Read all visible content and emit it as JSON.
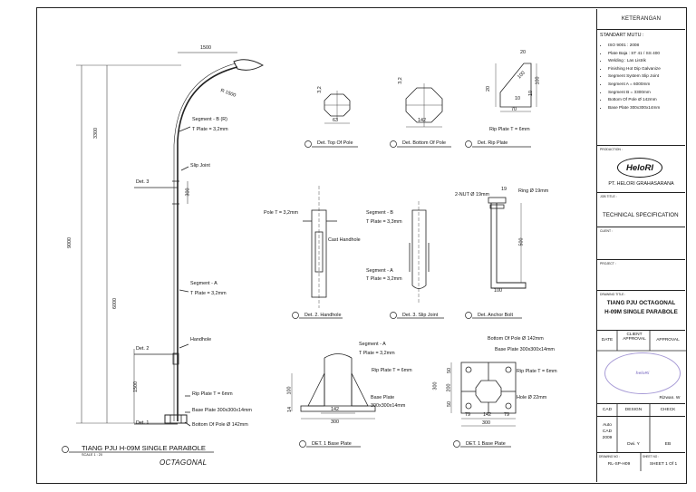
{
  "title_block": {
    "header": "KETERANGAN",
    "standard_label": "STANDART MUTU :",
    "standards": [
      "ISO 9001 : 2008",
      "Plate Baja  :  ST 41 / SS 400",
      "Welding  :  Las Listrik",
      "Finishing Hot Dip Galvanize",
      "Segment System Slip Joint",
      "Segment A = 6000mm",
      "Segment B = 3300mm",
      "Bottom Of Pole Ø 142mm",
      "Base Plate 300x300x14mm"
    ],
    "production_label": "PRODUCTION :",
    "logo_text": "HeloRI",
    "company": "PT. HELORI GRAHASARANA",
    "job_title_label": "JOB TITLE :",
    "job_title": "TECHNICAL SPECIFICATION",
    "client_label": "CLIENT :",
    "project_label": "PROJECT :",
    "drawing_title_label": "DRAWING TITLE :",
    "drawing_title_1": "TIANG PJU OCTAGONAL",
    "drawing_title_2": "H-09M SINGLE PARABOLE",
    "date_label": "DATE",
    "client_approval_label": "CLIENT APPROVAL",
    "approval_label": "APPROVAL",
    "stamp_text": "heloRi",
    "approver": "Rizwan. W",
    "cad_label": "CAD",
    "design_label": "DESIGN",
    "check_label": "CHECK",
    "cad_value": "Auto CAD 2009",
    "design_value": "Dwi. Y",
    "check_value": "EB",
    "drawing_no_label": "DRAWING NO :",
    "drawing_no": "RL-SP-H09",
    "sheet_label": "SHEET NO :",
    "sheet_no": "SHEET 1 Of 1"
  },
  "main_view": {
    "title": "TIANG PJU H-09M SINGLE PARABOLE",
    "scale": "SCALE  1 : 20",
    "subtitle": "OCTAGONAL",
    "dim_arm": "1500",
    "dim_radius": "R 1500",
    "dim_total": "9000",
    "dim_seg_b": "3300",
    "dim_seg_a": "6000",
    "dim_slip": "300",
    "dim_hand": "1500",
    "seg_b_label": "Segment - B (R)",
    "seg_b_plate": "T Plate = 3,2mm",
    "slip_label": "Slip Joint",
    "det3": "Det. 3",
    "seg_a_label": "Segment - A",
    "seg_a_plate": "T Plate = 3,2mm",
    "handhole": "Handhole",
    "det2": "Det. 2",
    "rip_plate": "Rip Plate T = 6mm",
    "base_plate": "Base Plate 300x300x14mm",
    "bottom": "Bottom Of Pole Ø 142mm",
    "det1": "Det. 1"
  },
  "details": {
    "top_pole": "Det. Top Of Pole",
    "top_dim": "63",
    "top_t": "3,2",
    "bottom_pole": "Det. Bottom Of Pole",
    "bottom_dim": "142",
    "bottom_t": "3,2",
    "rip": "Det. Rip Plate",
    "rip_dims": [
      "20",
      "100",
      "20",
      "10",
      "70",
      "10",
      "100"
    ],
    "rip_label": "Rip Plate T = 6mm",
    "handhole": "Det. 2. Handhole",
    "pole_t": "Pole T = 3,2mm",
    "cast_handhole": "Cast Handhole",
    "slip": "Det. 3. Slip Joint",
    "slip_seg_b": "Segment - B",
    "slip_seg_b_t": "T Plate = 3,3mm",
    "slip_seg_a": "Segment - A",
    "slip_seg_a_t": "T Plate = 3,2mm",
    "anchor": "Det. Anchor Bolt",
    "anchor_nut": "2-NUT Ø 19mm",
    "anchor_ring": "Ring Ø 19mm",
    "anchor_dims": [
      "19",
      "500",
      "100"
    ],
    "base1": "DET. 1 Base Plate",
    "base1_seg_a": "Segment - A",
    "base1_seg_a_t": "T Plate = 3,2mm",
    "base1_rip": "Rip Plate T = 6mm",
    "base1_base": "Base Plate",
    "base1_base_size": "300x300x14mm",
    "base1_dims": [
      "14",
      "100",
      "142",
      "300"
    ],
    "base2": "DET. 1 Base Plate",
    "base2_bottom": "Bottom Of Pole Ø 142mm",
    "base2_base": "Base Plate 300x300x14mm",
    "base2_rip": "Rip Plate T = 6mm",
    "base2_hole": "Hole Ø 22mm",
    "base2_dims": [
      "300",
      "50",
      "200",
      "50",
      "79",
      "142",
      "79",
      "300"
    ]
  },
  "colors": {
    "line": "#222222",
    "stamp": "#9b8fd0"
  }
}
